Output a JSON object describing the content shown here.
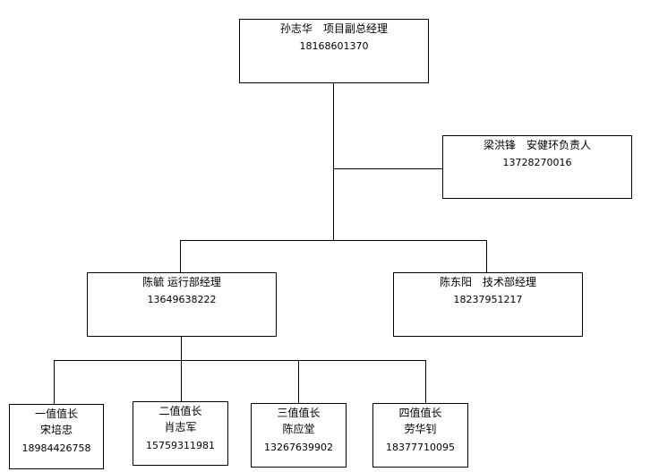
{
  "nodes": {
    "root": {
      "title": "孙志华　项目副总经理",
      "phone": "18168601370"
    },
    "safety": {
      "title": "梁洪锋　安健环负责人",
      "phone": "13728270016"
    },
    "operations": {
      "title": "陈毓 运行部经理",
      "phone": "13649638222"
    },
    "technical": {
      "title": "陈东阳　技术部经理",
      "phone": "18237951217"
    },
    "shift1": {
      "title": "一值值长",
      "name": "宋培忠",
      "phone": "18984426758"
    },
    "shift2": {
      "title": "二值值长",
      "name": "肖志军",
      "phone": "15759311981"
    },
    "shift3": {
      "title": "三值值长",
      "name": "陈应堂",
      "phone": "13267639902"
    },
    "shift4": {
      "title": "四值值长",
      "name": "劳华钊",
      "phone": "18377710095"
    }
  }
}
